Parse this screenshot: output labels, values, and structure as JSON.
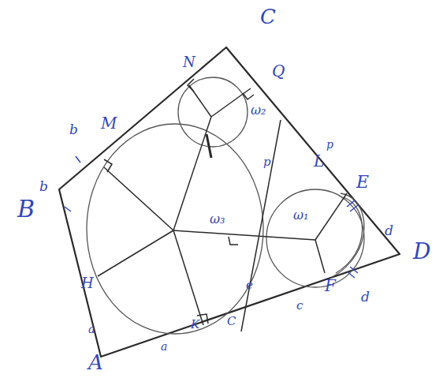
{
  "diagram": {
    "labels": [
      "C",
      "B",
      "D",
      "A",
      "N",
      "Q",
      "M",
      "b",
      "b",
      "H",
      "K",
      "C",
      "ω₂",
      "ω₃",
      "ω₁",
      "L",
      "p",
      "p",
      "E",
      "F",
      "d",
      "d",
      "a",
      "a",
      "c",
      "e"
    ]
  }
}
